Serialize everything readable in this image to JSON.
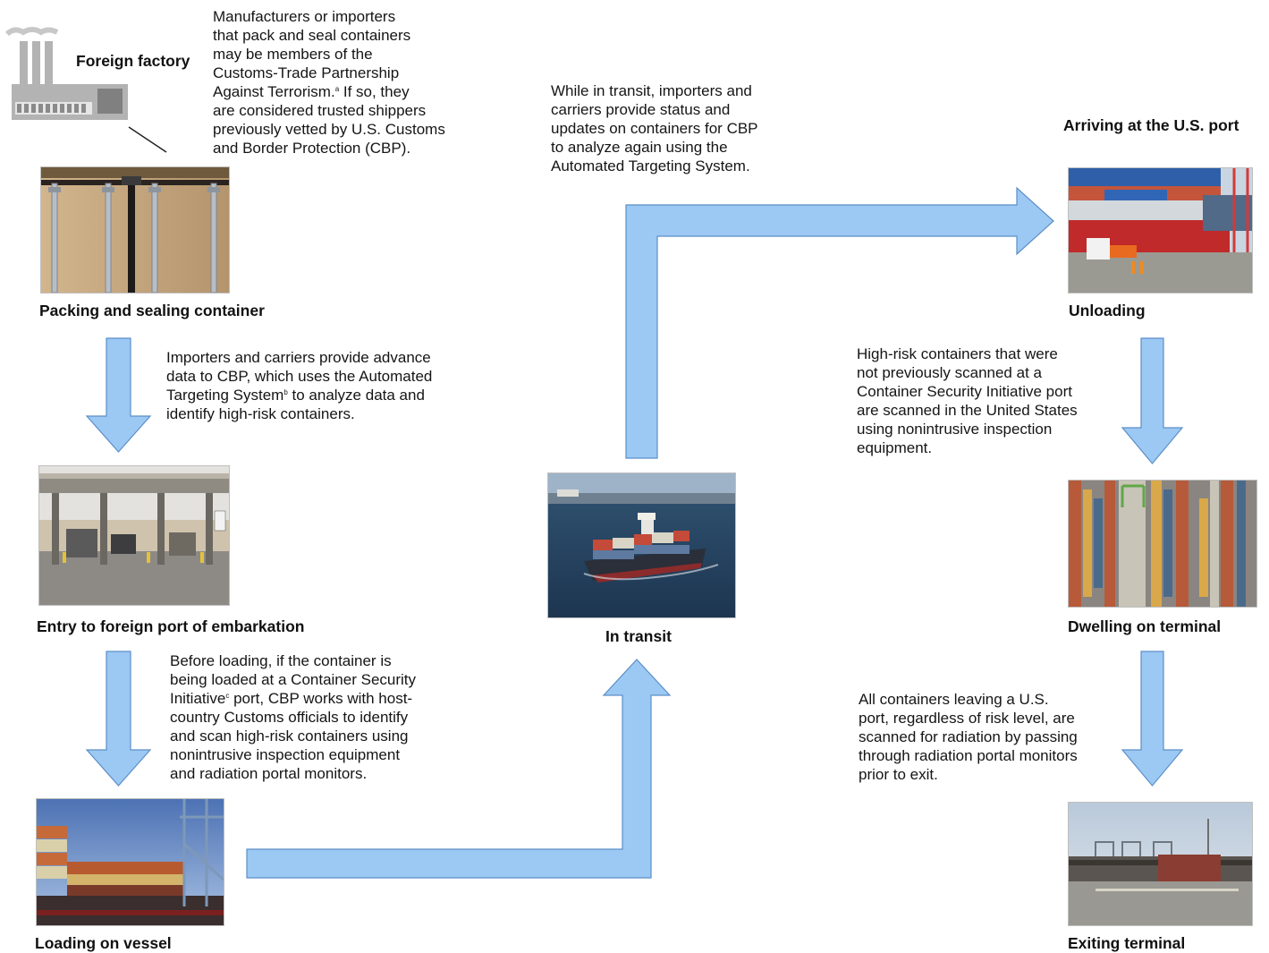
{
  "factory": {
    "label": "Foreign factory"
  },
  "notes": {
    "ctpat_text": "Manufacturers or importers\nthat pack and seal containers\nmay be members of the\nCustoms-Trade Partnership\nAgainst Terrorism.",
    "ctpat_sup": "a",
    "ctpat_text_2": " If so, they\nare considered trusted shippers\npreviously vetted by U.S. Customs\nand Border Protection (CBP).",
    "ats_text": "Importers and carriers provide advance\ndata to CBP, which uses the Automated\nTargeting System",
    "ats_sup": "b",
    "ats_text_2": " to analyze data and\nidentify high-risk containers.",
    "csi_text": "Before loading, if the container is\nbeing loaded at a Container Security\nInitiative",
    "csi_sup": "c",
    "csi_text_2": " port, CBP works with host-\ncountry Customs officials to identify\nand scan high-risk containers using\nnonintrusive inspection equipment\nand radiation portal monitors.",
    "transit_text": "While in transit, importers and\ncarriers provide status and\nupdates on containers for CBP\nto analyze again using the\nAutomated Targeting System.",
    "scan_text": "High-risk containers that were\nnot previously scanned at a\nContainer Security Initiative port\nare scanned in the United States\nusing nonintrusive inspection\nequipment.",
    "exit_text": "All containers leaving a U.S.\nport, regardless of risk level, are\nscanned for radiation by passing\nthrough radiation portal monitors\nprior to exit."
  },
  "stages": {
    "packing": "Packing and sealing container",
    "entry": "Entry to foreign port of embarkation",
    "loading": "Loading on vessel",
    "transit": "In transit",
    "arriving": "Arriving at the U.S. port",
    "unloading": "Unloading",
    "dwelling": "Dwelling on terminal",
    "exiting": "Exiting terminal"
  },
  "colors": {
    "arrow_fill": "#9cc8f4",
    "arrow_stroke": "#5b8fc7",
    "factory_gray": "#b3b3b3"
  }
}
